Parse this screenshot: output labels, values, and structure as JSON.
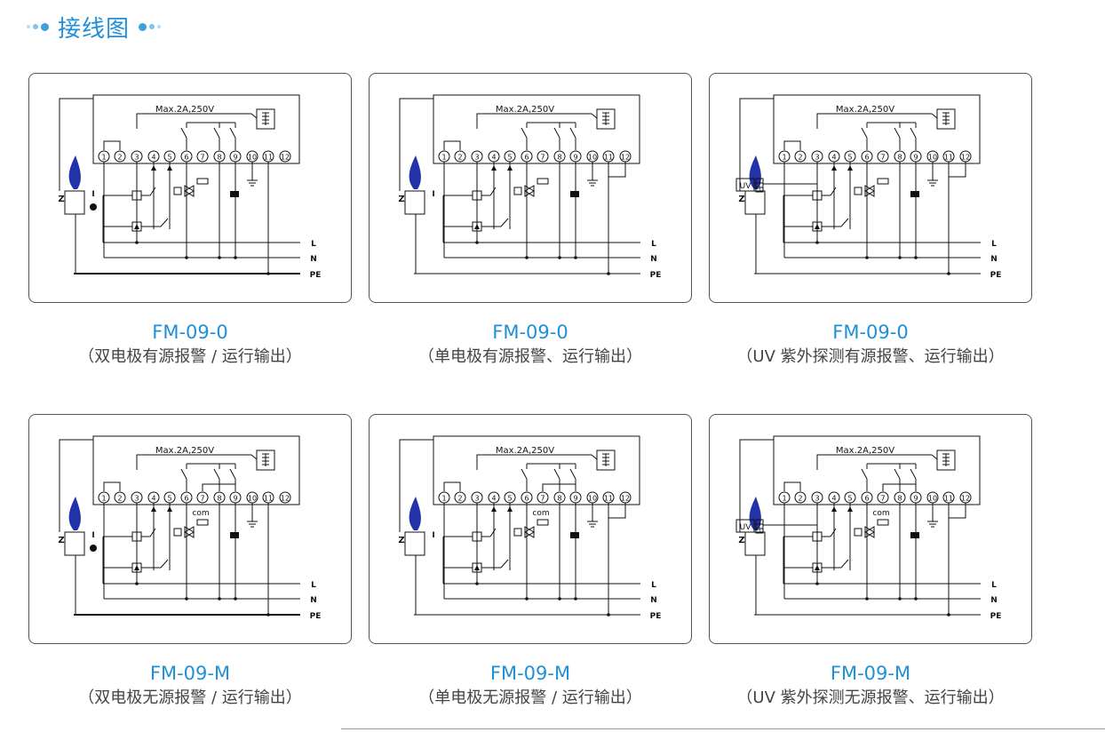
{
  "header": {
    "title": "接线图"
  },
  "diagram_labels": {
    "rating": "Max.2A,250V",
    "line": "L",
    "neutral": "N",
    "earth": "PE",
    "com": "com",
    "uv": "UV",
    "electrode_z": "Z",
    "electrode_i": "I",
    "terminals": [
      "1",
      "2",
      "3",
      "4",
      "5",
      "6",
      "7",
      "8",
      "9",
      "10",
      "11",
      "12"
    ],
    "uv_pins": [
      "1",
      "2",
      "3"
    ]
  },
  "diagrams": [
    {
      "model": "FM-09-0",
      "description": "（双电极有源报警 / 运行输出）",
      "variant": "dual",
      "output": "active"
    },
    {
      "model": "FM-09-0",
      "description": "（单电极有源报警、运行输出）",
      "variant": "single",
      "output": "active"
    },
    {
      "model": "FM-09-0",
      "description": "（UV 紫外探测有源报警、运行输出）",
      "variant": "uv",
      "output": "active"
    },
    {
      "model": "FM-09-M",
      "description": "（双电极无源报警 / 运行输出）",
      "variant": "dual",
      "output": "passive"
    },
    {
      "model": "FM-09-M",
      "description": "（单电极无源报警 / 运行输出）",
      "variant": "single",
      "output": "passive"
    },
    {
      "model": "FM-09-M",
      "description": "（UV 紫外探测无源报警、运行输出）",
      "variant": "uv",
      "output": "passive"
    }
  ],
  "colors": {
    "accent": "#1f90d6",
    "flame": "#2233aa",
    "text": "#444444"
  }
}
